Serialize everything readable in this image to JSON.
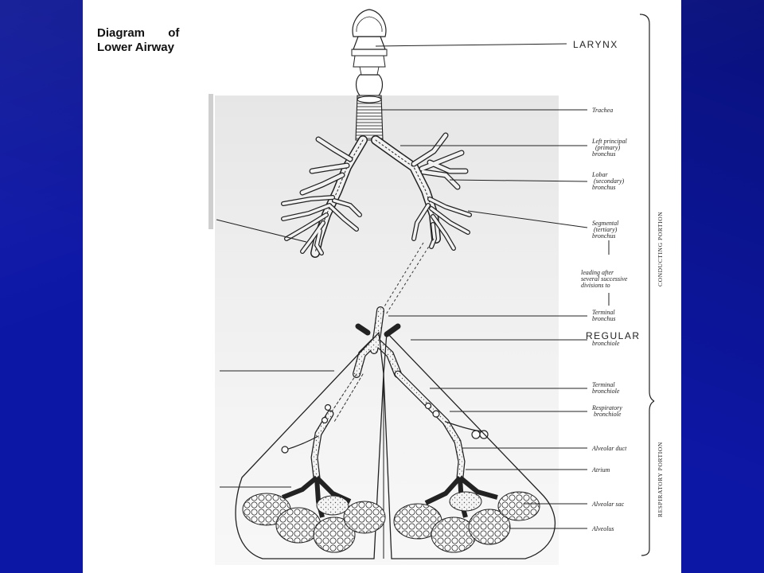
{
  "title": {
    "line1": "Diagram       of",
    "line2": "Lower Airway"
  },
  "labels": {
    "larynx": "LARYNX",
    "trachea": "Trachea",
    "left_principal_1": "Left principal",
    "left_principal_2": "(primary)",
    "left_principal_3": "bronchus",
    "lobar_1": "Lobar",
    "lobar_2": "(secondary)",
    "lobar_3": "bronchus",
    "segmental_1": "Segmental",
    "segmental_2": "(tertiary)",
    "segmental_3": "bronchus",
    "leading_1": "leading after",
    "leading_2": "several successive",
    "leading_3": "divisions to",
    "terminal_bronchus_1": "Terminal",
    "terminal_bronchus_2": "bronchus",
    "regular": "REGULAR",
    "bronchiole": "bronchiole",
    "terminal_bronchiole_1": "Terminal",
    "terminal_bronchiole_2": "bronchiole",
    "respiratory_bronchiole_1": "Respiratory",
    "respiratory_bronchiole_2": "bronchiole",
    "alveolar_duct": "Alveolar duct",
    "atrium": "Atrium",
    "alveolar_sac": "Alveolar sac",
    "alveolus": "Alveolus"
  },
  "brackets": {
    "conducting": "CONDUCTING PORTION",
    "respiratory": "RESPIRATORY PORTION"
  },
  "colors": {
    "slide_background": "#0d17a6",
    "panel": "#ffffff",
    "ink": "#222222"
  }
}
